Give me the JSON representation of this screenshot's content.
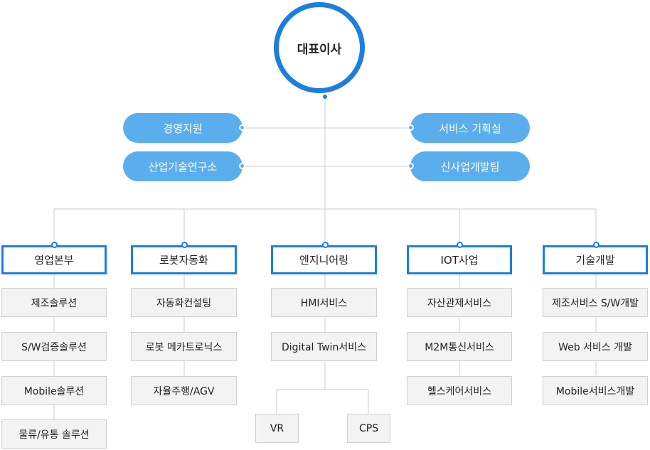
{
  "ceo": "대표이사",
  "staff_left": [
    "경영지원",
    "산업기술연구소"
  ],
  "staff_right": [
    "서비스 기획실",
    "신사업개발팀"
  ],
  "departments": [
    {
      "name": "영업본부",
      "subs": [
        "제조솔루션",
        "S/W검증솔루션",
        "Mobile솔루션",
        "물류/유통 솔루션"
      ]
    },
    {
      "name": "로봇자동화",
      "subs": [
        "자동화컨설팅",
        "로봇 메카트로닉스",
        "자율주행/AGV"
      ]
    },
    {
      "name": "엔지니어링",
      "subs": [
        "HMI서비스",
        "Digital Twin서비스"
      ],
      "branches": [
        "VR",
        "CPS"
      ]
    },
    {
      "name": "IOT사업",
      "subs": [
        "자산관제서비스",
        "M2M통신서비스",
        "헬스케어서비스"
      ]
    },
    {
      "name": "기술개발",
      "subs": [
        "제조서비스 S/W개발",
        "Web 서비스 개발",
        "Mobile서비스개발"
      ]
    }
  ],
  "colors": {
    "primary": "#1d7ee0",
    "pill": "#5baeed",
    "line": "#cccccc",
    "box_bg": "#f3f3f3"
  }
}
